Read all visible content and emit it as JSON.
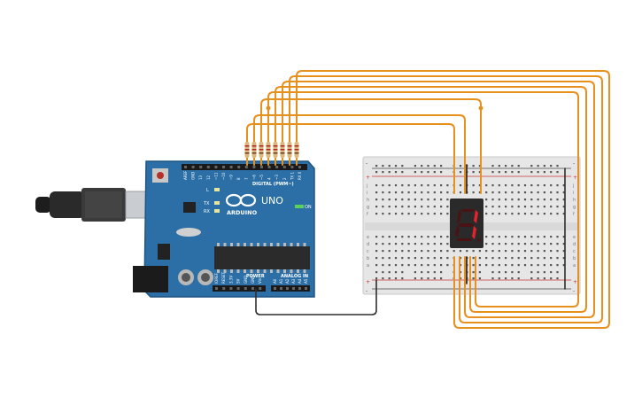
{
  "arduino": {
    "brand": "ARDUINO",
    "model": "UNO",
    "on_label": "ON",
    "digital_label": "DIGITAL (PWM~)",
    "power_label": "POWER",
    "analog_label": "ANALOG IN",
    "led_labels": [
      "L",
      "TX",
      "RX"
    ],
    "digital_pins": [
      "AREF",
      "GND",
      "13",
      "12",
      "~11",
      "~10",
      "~9",
      "8",
      "7",
      "~6",
      "~5",
      "4",
      "~3",
      "2",
      "TX 1",
      "RX 0"
    ],
    "power_pins": [
      "IOREF",
      "RESET",
      "3.3V",
      "5V",
      "GND",
      "GND",
      "Vin"
    ],
    "analog_pins": [
      "A0",
      "A1",
      "A2",
      "A3",
      "A4",
      "A5"
    ],
    "board_color": "#2c6fa6",
    "chip_color": "#2b2b2b"
  },
  "breadboard": {
    "row_letters_top": [
      "j",
      "i",
      "h",
      "g",
      "f"
    ],
    "row_letters_bottom": [
      "e",
      "d",
      "c",
      "b",
      "a"
    ],
    "rail_plus": "+",
    "rail_minus": "-",
    "column_count": 30
  },
  "display": {
    "digit": "1",
    "segment_on_color": "#e8222b",
    "segment_off_color": "#4a1214"
  },
  "wires": {
    "signal_color": "#e8901e",
    "ground_color": "#2e2e2e"
  }
}
